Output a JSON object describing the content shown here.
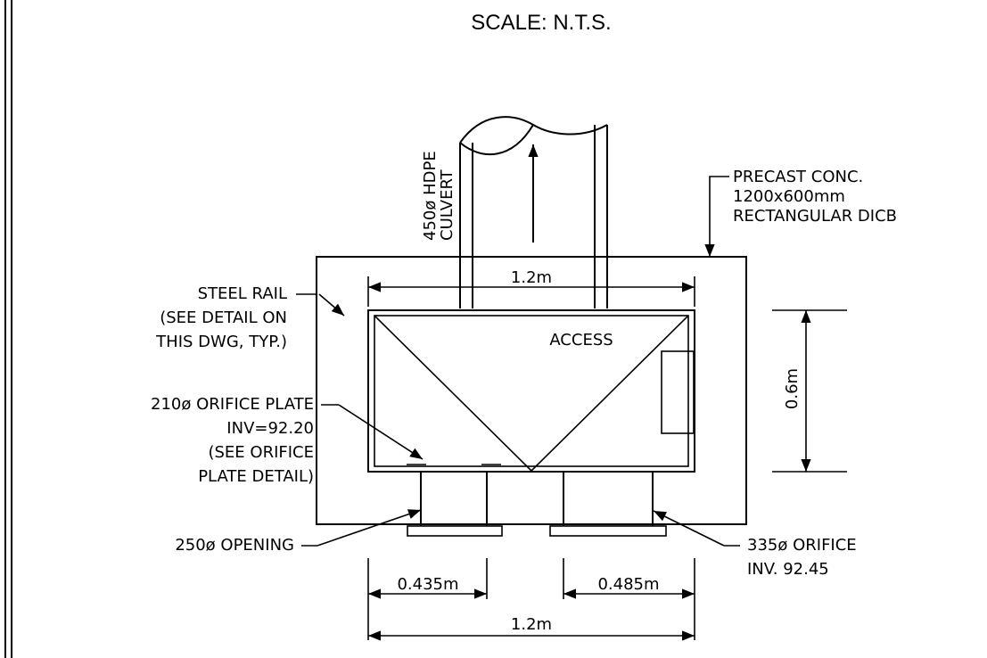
{
  "title": {
    "scale": "SCALE: N.T.S."
  },
  "labels": {
    "culvert_line1": "450ø HDPE",
    "culvert_line2": "CULVERT",
    "precast_line1": "PRECAST CONC.",
    "precast_line2": "1200x600mm",
    "precast_line3": "RECTANGULAR DICB",
    "steel_rail_line1": "STEEL RAIL",
    "steel_rail_line2": "(SEE DETAIL ON",
    "steel_rail_line3": "THIS DWG, TYP.)",
    "access": "ACCESS",
    "orifice_plate_line1": "210ø ORIFICE PLATE",
    "orifice_plate_line2": "INV=92.20",
    "orifice_plate_line3": "(SEE ORIFICE",
    "orifice_plate_line4": "PLATE DETAIL)",
    "opening": "250ø OPENING",
    "orifice_line1": "335ø ORIFICE",
    "orifice_line2": "INV. 92.45"
  },
  "dimensions": {
    "top_width": "1.2m",
    "height": "0.6m",
    "left_opening": "0.435m",
    "right_opening": "0.485m",
    "bottom_width": "1.2m"
  }
}
